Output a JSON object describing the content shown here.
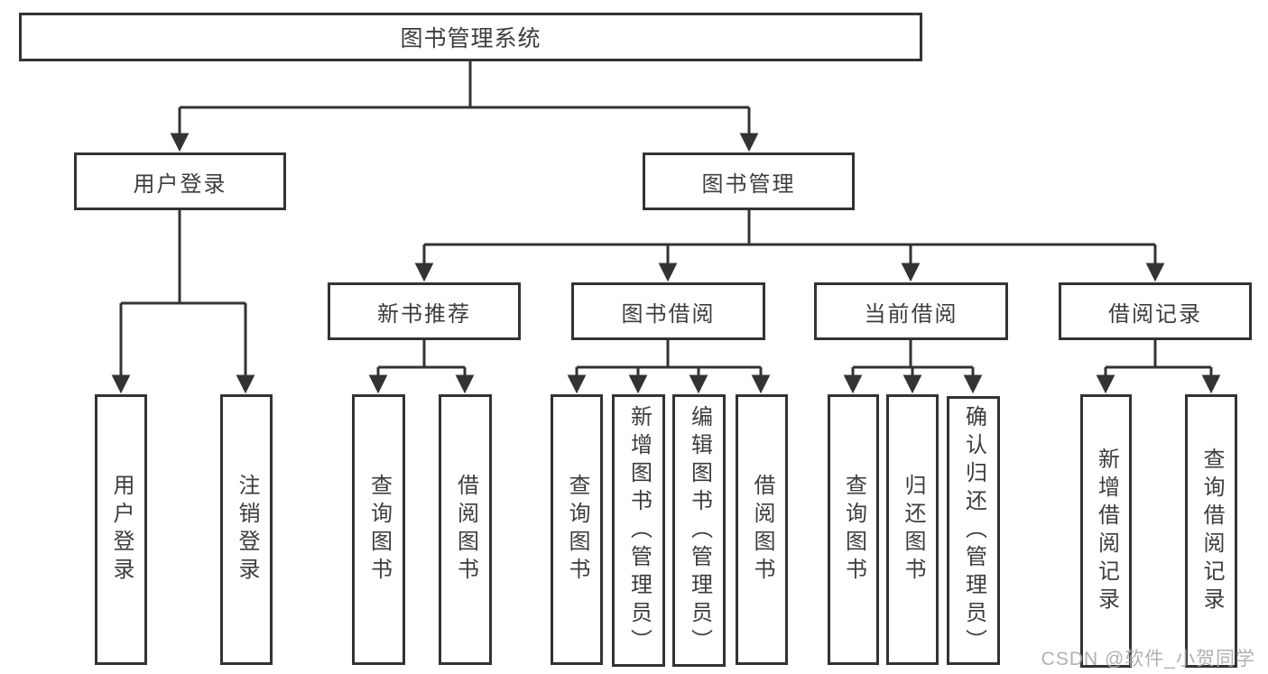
{
  "diagram_title": "图书管理系统",
  "watermark": "CSDN @软件_小贺同学",
  "colors": {
    "line": "#333333",
    "box_border": "#333333",
    "text": "#3d3d3d",
    "background": "#ffffff",
    "watermark": "#a8a8a8"
  },
  "tree": {
    "root": {
      "label": "图书管理系统",
      "children": [
        {
          "label": "用户登录",
          "children": [
            {
              "label": "用户登录"
            },
            {
              "label": "注销登录"
            }
          ]
        },
        {
          "label": "图书管理",
          "children": [
            {
              "label": "新书推荐",
              "children": [
                {
                  "label": "查询图书"
                },
                {
                  "label": "借阅图书"
                }
              ]
            },
            {
              "label": "图书借阅",
              "children": [
                {
                  "label": "查询图书"
                },
                {
                  "label": "新增图书（管理员）"
                },
                {
                  "label": "编辑图书（管理员）"
                },
                {
                  "label": "借阅图书"
                }
              ]
            },
            {
              "label": "当前借阅",
              "children": [
                {
                  "label": "查询图书"
                },
                {
                  "label": "归还图书"
                },
                {
                  "label": "确认归还（管理员）"
                }
              ]
            },
            {
              "label": "借阅记录",
              "children": [
                {
                  "label": "新增借阅记录"
                },
                {
                  "label": "查询借阅记录"
                }
              ]
            }
          ]
        }
      ]
    }
  }
}
